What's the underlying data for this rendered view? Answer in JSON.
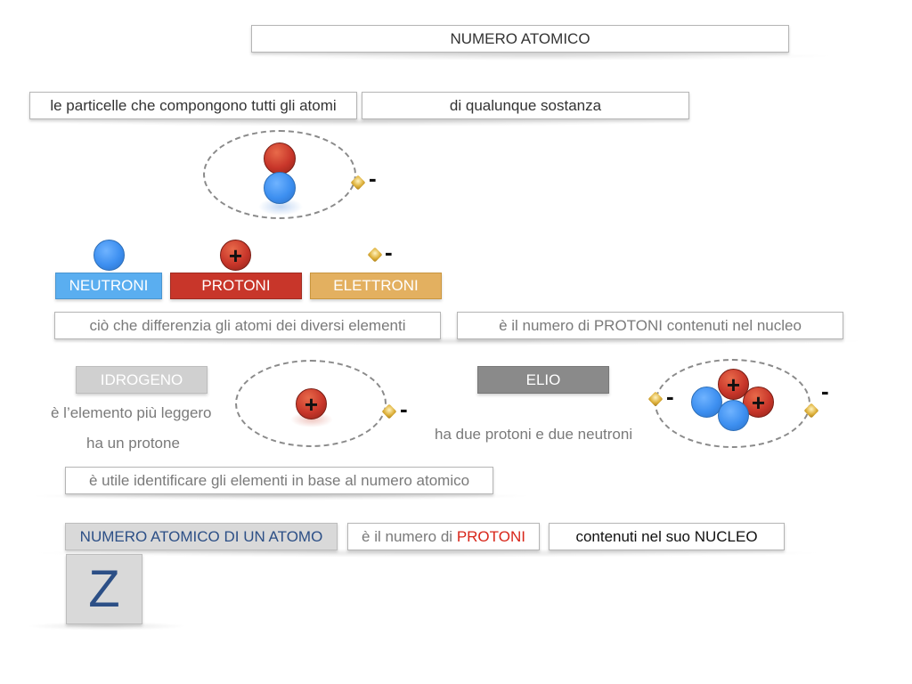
{
  "title": "NUMERO ATOMICO",
  "row1": {
    "left": "le particelle che compongono tutti gli atomi",
    "right": "di qualunque sostanza"
  },
  "particles": {
    "neutroni": "NEUTRONI",
    "protoni": "PROTONI",
    "elettroni": "ELETTRONI"
  },
  "symbols": {
    "plus": "+",
    "minus": "-"
  },
  "row2": {
    "left": "ciò che differenzia gli atomi dei diversi elementi",
    "right": "è il numero di PROTONI contenuti nel nucleo"
  },
  "hydrogen": {
    "label": "IDROGENO",
    "line1": "è l’elemento più leggero",
    "line2": "ha un protone"
  },
  "helium": {
    "label": "ELIO",
    "line1": "ha due protoni e due neutroni"
  },
  "row3": "è utile identificare gli elementi in base al numero atomico",
  "definition": {
    "term": "NUMERO ATOMICO DI UN ATOMO",
    "prefix": "è il numero di ",
    "highlight": "PROTONI",
    "suffix": "contenuti nel suo NUCLEO",
    "symbol": "Z"
  },
  "colors": {
    "neutron": "#5aaef0",
    "proton": "#c8362a",
    "electron": "#e3b060",
    "term_bg": "#d9d9d9",
    "term_text": "#2c4f86",
    "highlight": "#d8261a",
    "hydrogen_label_bg": "#d0d0d0",
    "helium_label_bg": "#8a8a8a"
  }
}
